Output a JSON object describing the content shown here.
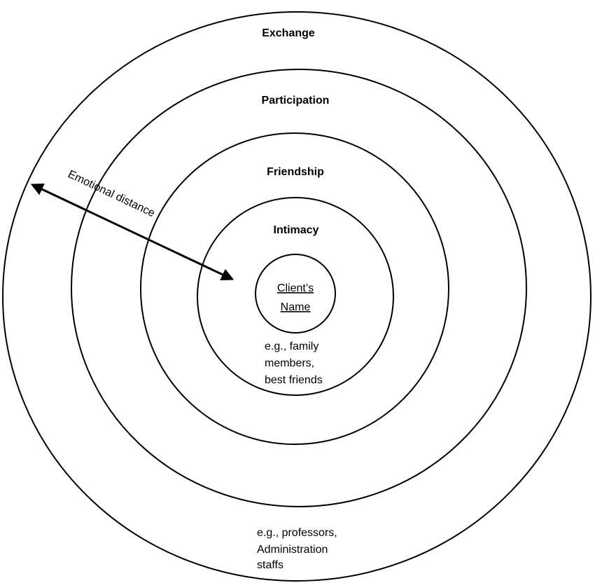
{
  "diagram": {
    "rings": [
      {
        "id": "exchange",
        "label": "Exchange"
      },
      {
        "id": "participation",
        "label": "Participation"
      },
      {
        "id": "friendship",
        "label": "Friendship"
      },
      {
        "id": "intimacy",
        "label": "Intimacy"
      }
    ],
    "center": {
      "line1": "Client’s",
      "line2": "Name"
    },
    "inner_examples": [
      "e.g., family",
      "members,",
      "best friends"
    ],
    "outer_examples": [
      "e.g., professors,",
      "Administration",
      "staffs"
    ],
    "arrow_label": "Emotional distance"
  }
}
